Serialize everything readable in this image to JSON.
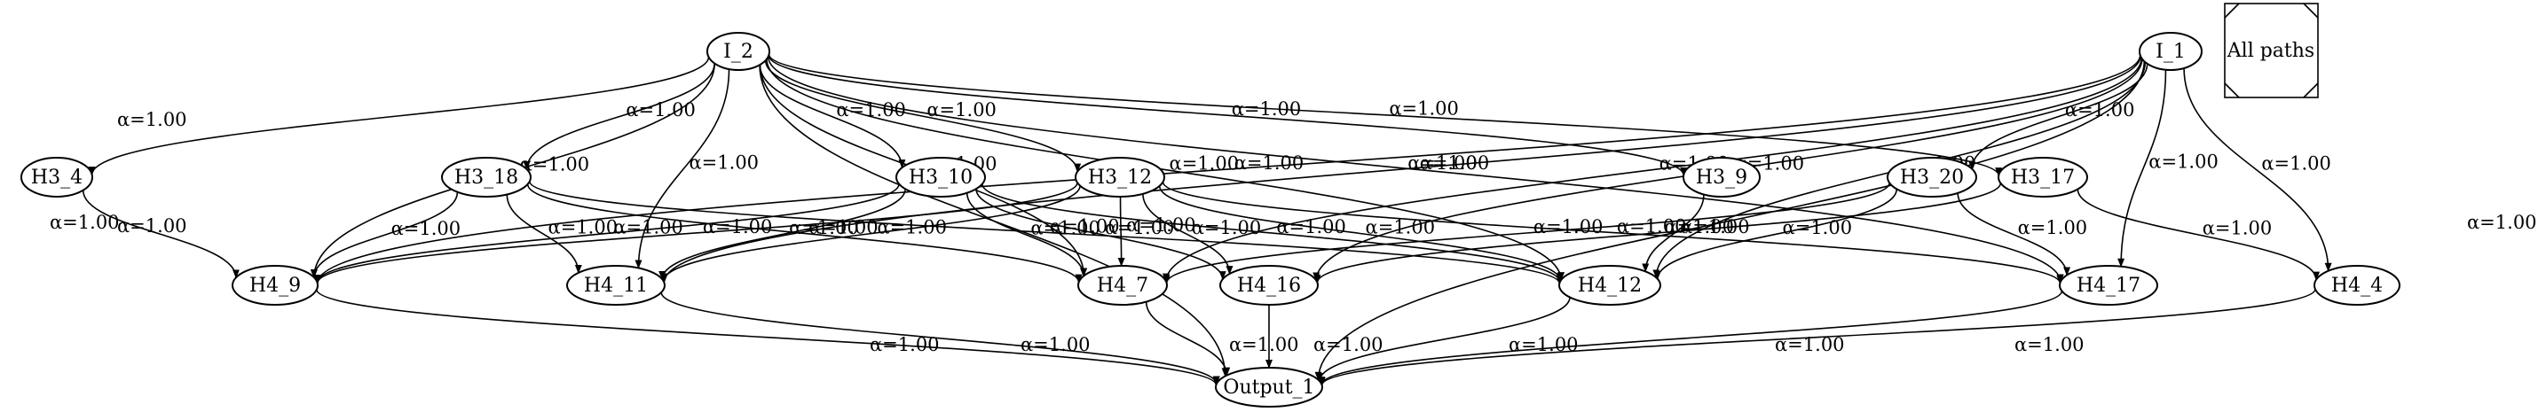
{
  "legend": {
    "label": "All paths"
  },
  "nodes": [
    {
      "id": "I_2",
      "label": "I_2"
    },
    {
      "id": "I_1",
      "label": "I_1"
    },
    {
      "id": "H3_4",
      "label": "H3_4"
    },
    {
      "id": "H3_18",
      "label": "H3_18"
    },
    {
      "id": "H3_10",
      "label": "H3_10"
    },
    {
      "id": "H3_12",
      "label": "H3_12"
    },
    {
      "id": "H3_9",
      "label": "H3_9"
    },
    {
      "id": "H3_20",
      "label": "H3_20"
    },
    {
      "id": "H3_17",
      "label": "H3_17"
    },
    {
      "id": "H4_9",
      "label": "H4_9"
    },
    {
      "id": "H4_11",
      "label": "H4_11"
    },
    {
      "id": "H4_7",
      "label": "H4_7"
    },
    {
      "id": "H4_16",
      "label": "H4_16"
    },
    {
      "id": "H4_12",
      "label": "H4_12"
    },
    {
      "id": "H4_17",
      "label": "H4_17"
    },
    {
      "id": "H4_4",
      "label": "H4_4"
    },
    {
      "id": "Output_1",
      "label": "Output_1"
    }
  ],
  "edges": [
    {
      "from": "I_2",
      "to": "H3_4",
      "label": "α=1.00"
    },
    {
      "from": "I_2",
      "to": "H3_18",
      "label": "α=1.00"
    },
    {
      "from": "I_2",
      "to": "H3_10",
      "label": "α=1.00"
    },
    {
      "from": "I_2",
      "to": "H3_12",
      "label": "α=1.00"
    },
    {
      "from": "I_2",
      "to": "H3_9",
      "label": "α=1.00"
    },
    {
      "from": "I_2",
      "to": "H3_17",
      "label": "α=1.00"
    },
    {
      "from": "I_2",
      "to": "H4_9",
      "label": "α=1.00"
    },
    {
      "from": "I_2",
      "to": "H4_11",
      "label": "α=1.00"
    },
    {
      "from": "I_2",
      "to": "H4_7",
      "label": "α=1.00"
    },
    {
      "from": "I_2",
      "to": "H4_12",
      "label": "α=1.00"
    },
    {
      "from": "I_2",
      "to": "H4_17",
      "label": "α=1.00"
    },
    {
      "from": "I_2",
      "to": "Output_1",
      "label": "α=1.00"
    },
    {
      "from": "I_1",
      "to": "H3_20",
      "label": "α=1.00"
    },
    {
      "from": "I_1",
      "to": "H4_9",
      "label": "α=1.00"
    },
    {
      "from": "I_1",
      "to": "H4_11",
      "label": "α=1.00"
    },
    {
      "from": "I_1",
      "to": "H4_7",
      "label": "α=1.00"
    },
    {
      "from": "I_1",
      "to": "H4_16",
      "label": "α=1.00"
    },
    {
      "from": "I_1",
      "to": "H4_12",
      "label": "α=1.00"
    },
    {
      "from": "I_1",
      "to": "H4_17",
      "label": "α=1.00"
    },
    {
      "from": "I_1",
      "to": "H4_4",
      "label": "α=1.00"
    },
    {
      "from": "I_1",
      "to": "Output_1",
      "label": "α=1.00"
    },
    {
      "from": "H3_4",
      "to": "H4_9",
      "label": "α=1.00"
    },
    {
      "from": "H3_18",
      "to": "H4_9",
      "label": "α=1.00"
    },
    {
      "from": "H3_18",
      "to": "H4_11",
      "label": "α=1.00"
    },
    {
      "from": "H3_18",
      "to": "H4_7",
      "label": "α=1.00"
    },
    {
      "from": "H3_18",
      "to": "H4_12",
      "label": "α=1.00"
    },
    {
      "from": "H3_10",
      "to": "H4_9",
      "label": "α=1.00"
    },
    {
      "from": "H3_10",
      "to": "H4_11",
      "label": "α=1.00"
    },
    {
      "from": "H3_10",
      "to": "H4_7",
      "label": "α=1.00"
    },
    {
      "from": "H3_10",
      "to": "H4_16",
      "label": "α=1.00"
    },
    {
      "from": "H3_10",
      "to": "H4_12",
      "label": "α=1.00"
    },
    {
      "from": "H3_12",
      "to": "H4_9",
      "label": "α=1.00"
    },
    {
      "from": "H3_12",
      "to": "H4_11",
      "label": "α=1.00"
    },
    {
      "from": "H3_12",
      "to": "H4_7",
      "label": "α=1.00"
    },
    {
      "from": "H3_12",
      "to": "H4_16",
      "label": "α=1.00"
    },
    {
      "from": "H3_12",
      "to": "H4_12",
      "label": "α=1.00"
    },
    {
      "from": "H3_12",
      "to": "H4_17",
      "label": "α=1.00"
    },
    {
      "from": "H3_9",
      "to": "H4_12",
      "label": "α=1.00"
    },
    {
      "from": "H3_20",
      "to": "H4_7",
      "label": "α=1.00"
    },
    {
      "from": "H3_20",
      "to": "H4_12",
      "label": "α=1.00"
    },
    {
      "from": "H3_20",
      "to": "H4_17",
      "label": "α=1.00"
    },
    {
      "from": "H3_17",
      "to": "H4_16",
      "label": "α=1.00"
    },
    {
      "from": "H3_17",
      "to": "H4_4",
      "label": "α=1.00"
    },
    {
      "from": "H4_9",
      "to": "Output_1",
      "label": "α=1.00"
    },
    {
      "from": "H4_11",
      "to": "Output_1",
      "label": "α=1.00"
    },
    {
      "from": "H4_7",
      "to": "Output_1",
      "label": "α=1.00"
    },
    {
      "from": "H4_16",
      "to": "Output_1",
      "label": "α=1.00"
    },
    {
      "from": "H4_12",
      "to": "Output_1",
      "label": "α=1.00"
    },
    {
      "from": "H4_17",
      "to": "Output_1",
      "label": "α=1.00"
    },
    {
      "from": "H4_4",
      "to": "Output_1",
      "label": "α=1.00"
    }
  ]
}
